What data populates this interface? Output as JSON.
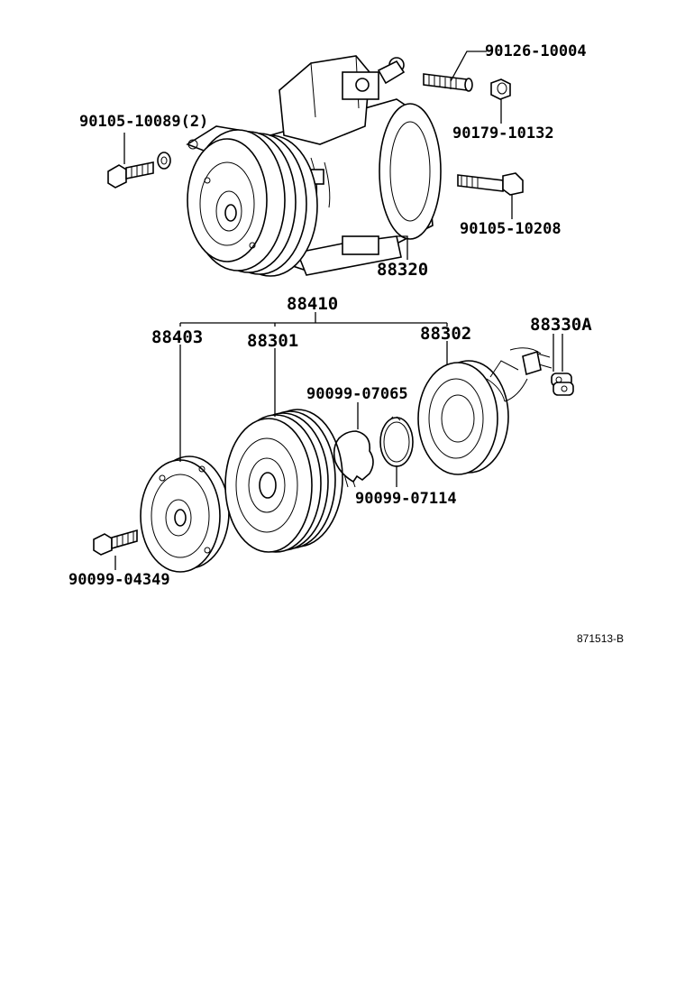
{
  "labels": {
    "bolt_top": "90126-10004",
    "nut_top": "90179-10132",
    "bolt_left": "90105-10089(2)",
    "bolt_right": "90105-10208",
    "compressor": "88320",
    "clutch_assy": "88410",
    "pressure_plate": "88403",
    "pulley": "88301",
    "stator": "88302",
    "harness": "88330A",
    "snap_ring_a": "90099-07065",
    "snap_ring_b": "90099-07114",
    "bolt_bottom": "90099-04349",
    "ref_code": "871513-B"
  }
}
